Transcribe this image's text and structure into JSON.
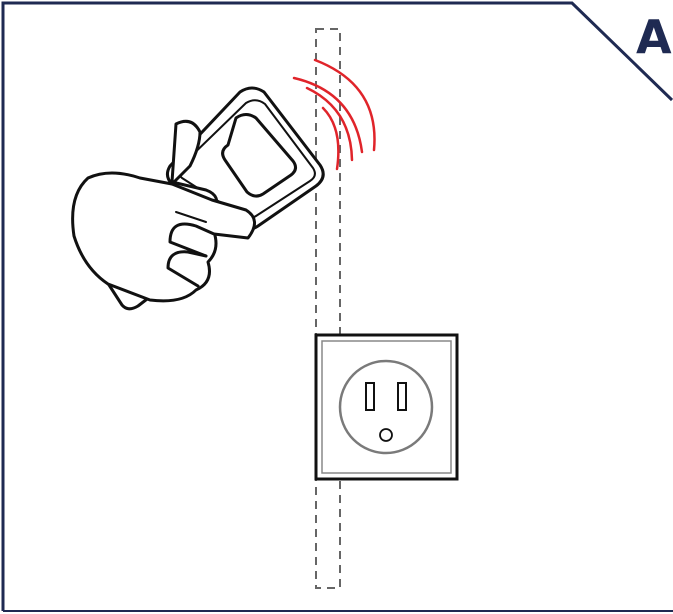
{
  "panel": {
    "label": "A"
  },
  "colors": {
    "frame": "#1f2a52",
    "outline": "#111111",
    "signal": "#e0242a",
    "stud": "#666666",
    "outlet_inner": "#7a7a7a"
  },
  "icons": {
    "hand_scanner": "stud-finder-scanner-in-hand",
    "signal_waves": "radio-wave-arcs",
    "hidden_stud": "dashed-hidden-wall-stud",
    "outlet": "us-electrical-outlet"
  }
}
